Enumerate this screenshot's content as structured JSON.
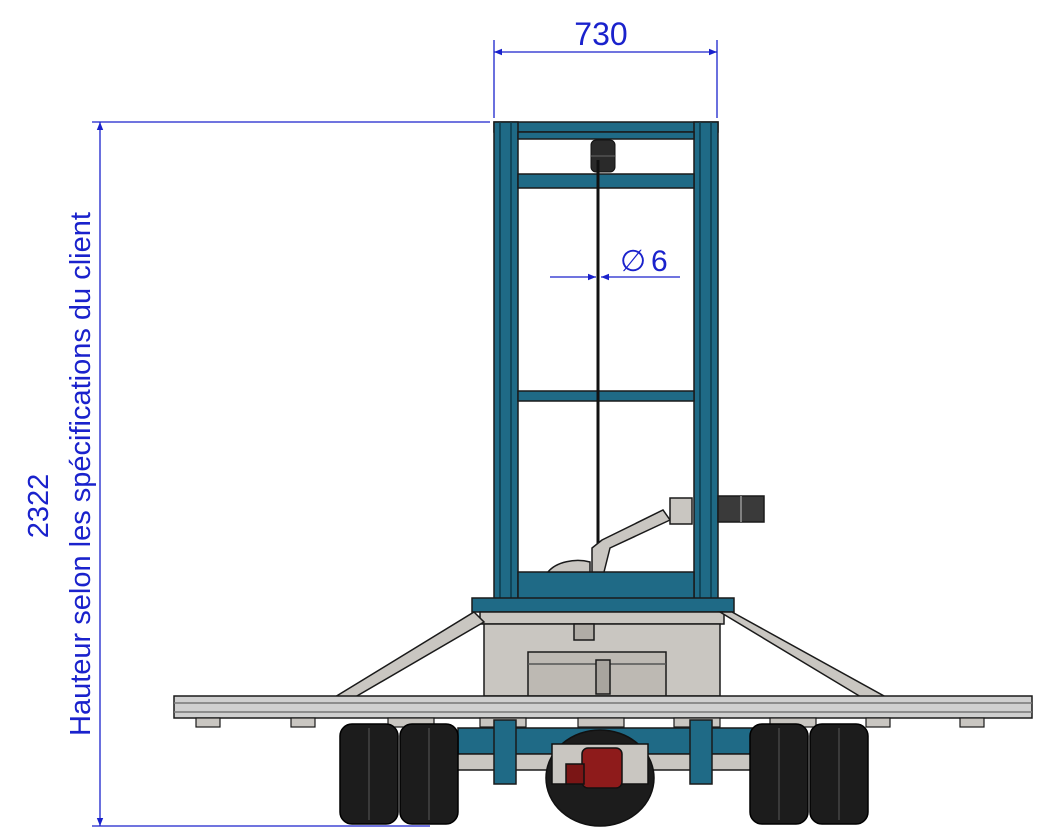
{
  "dimensions": {
    "width": "730",
    "height": "2322",
    "height_note": "Hauteur selon les spécifications du client",
    "rod_diameter_symbol": "∅",
    "rod_diameter_value": "6"
  },
  "colors": {
    "dimension": "#1a22cc",
    "frame": "#1f6a86",
    "outline": "#1a1a1a",
    "panel": "#c9c6c1",
    "tire": "#1c1c1c",
    "hub": "#8e1b1b",
    "bar": "#cfcfcf"
  }
}
